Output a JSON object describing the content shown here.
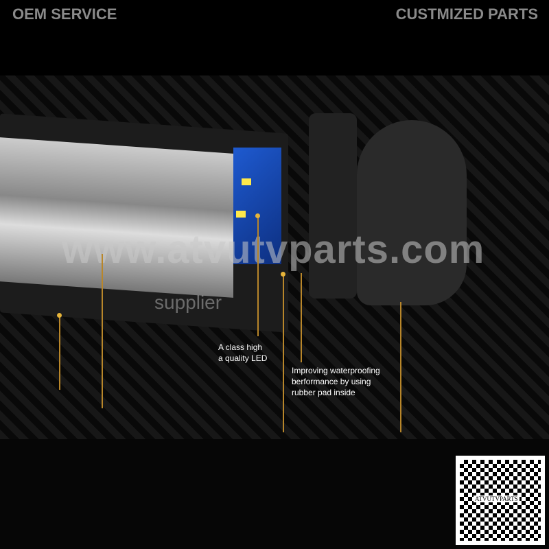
{
  "header": {
    "left": "OEM SERVICE",
    "right": "CUSTMIZED PARTS"
  },
  "watermark": {
    "main": "www.atvutvparts.com",
    "sub": "supplier"
  },
  "captions": {
    "led": [
      "A class high",
      "a quality LED"
    ],
    "waterproof": [
      "Improving waterproofing",
      "berformance by using",
      "rubber pad inside"
    ]
  },
  "qr": {
    "label": "ATVUTVPARTS"
  },
  "colors": {
    "accent": "#b8862a",
    "led_chip": "#1e5ad0"
  }
}
